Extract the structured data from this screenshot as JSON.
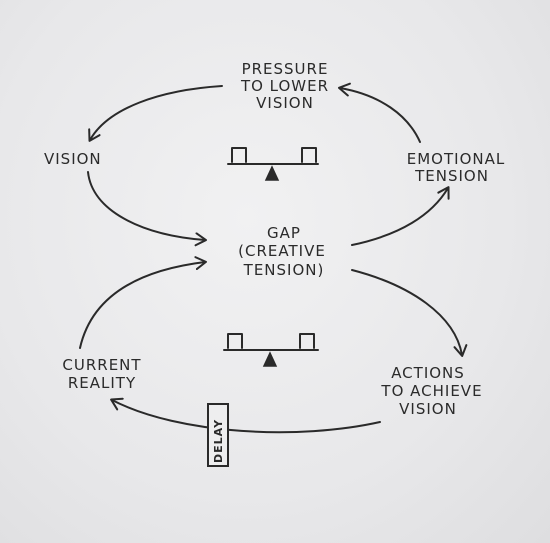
{
  "nodes": {
    "pressure": [
      "PRESSURE",
      "TO LOWER",
      "VISION"
    ],
    "vision": [
      "VISION"
    ],
    "emotional": [
      "EMOTIONAL",
      "TENSION"
    ],
    "gap": [
      "GAP",
      "(CREATIVE",
      "TENSION)"
    ],
    "current": [
      "CURRENT",
      "REALITY"
    ],
    "actions": [
      "ACTIONS",
      "TO ACHIEVE",
      "VISION"
    ]
  },
  "delay_label": "DELAY",
  "icons": [
    "balance-scale-icon",
    "balance-scale-icon"
  ]
}
